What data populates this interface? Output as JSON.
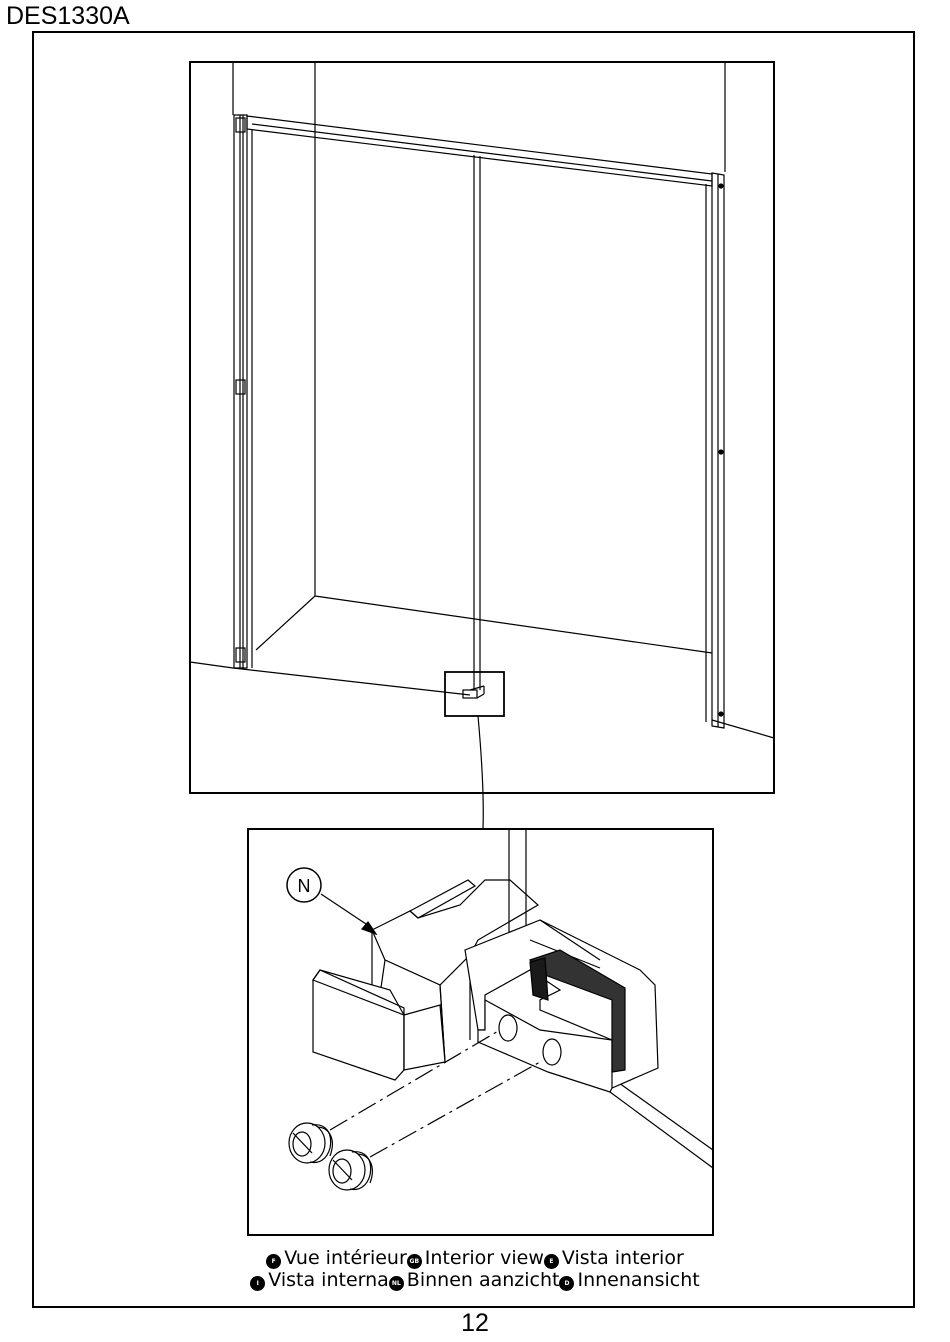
{
  "header": {
    "code": "DES1330A"
  },
  "detail": {
    "callout_letter": "N"
  },
  "captions": [
    {
      "flag": "F",
      "text": "Vue intérieur"
    },
    {
      "flag": "GB",
      "text": "Interior view"
    },
    {
      "flag": "E",
      "text": "Vista interior"
    },
    {
      "flag": "I",
      "text": "Vista interna"
    },
    {
      "flag": "NL",
      "text": "Binnen aanzicht"
    },
    {
      "flag": "D",
      "text": "Innenansicht"
    }
  ],
  "footer": {
    "page_number": "12"
  }
}
